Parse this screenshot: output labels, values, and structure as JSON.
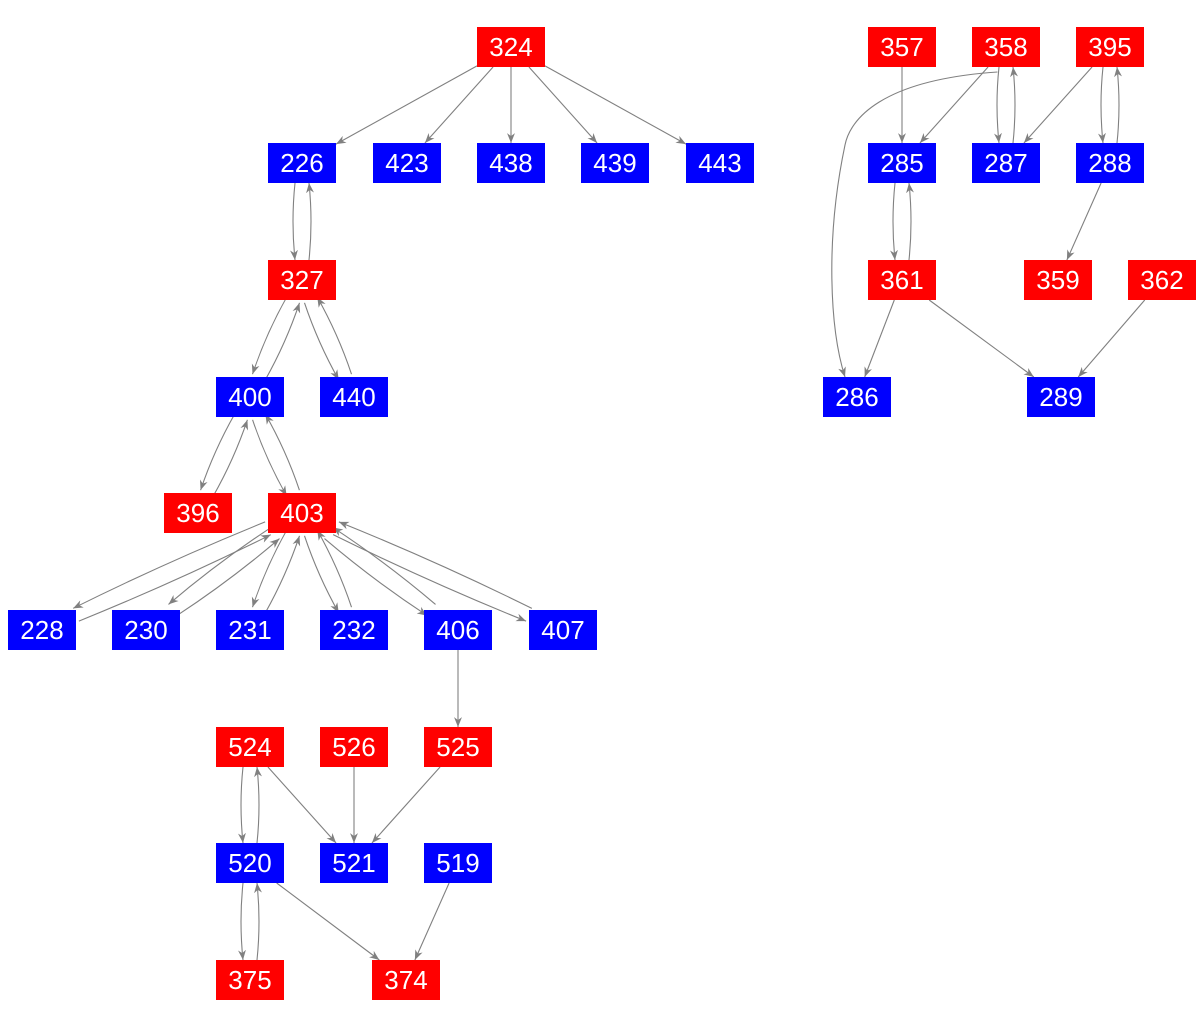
{
  "colors": {
    "red": "#ff0000",
    "blue": "#0000ff",
    "edge": "#808080"
  },
  "nodes": [
    {
      "id": "324",
      "color": "red"
    },
    {
      "id": "226",
      "color": "blue"
    },
    {
      "id": "423",
      "color": "blue"
    },
    {
      "id": "438",
      "color": "blue"
    },
    {
      "id": "439",
      "color": "blue"
    },
    {
      "id": "443",
      "color": "blue"
    },
    {
      "id": "327",
      "color": "red"
    },
    {
      "id": "400",
      "color": "blue"
    },
    {
      "id": "440",
      "color": "blue"
    },
    {
      "id": "396",
      "color": "red"
    },
    {
      "id": "403",
      "color": "red"
    },
    {
      "id": "228",
      "color": "blue"
    },
    {
      "id": "230",
      "color": "blue"
    },
    {
      "id": "231",
      "color": "blue"
    },
    {
      "id": "232",
      "color": "blue"
    },
    {
      "id": "406",
      "color": "blue"
    },
    {
      "id": "407",
      "color": "blue"
    },
    {
      "id": "524",
      "color": "red"
    },
    {
      "id": "526",
      "color": "red"
    },
    {
      "id": "525",
      "color": "red"
    },
    {
      "id": "520",
      "color": "blue"
    },
    {
      "id": "521",
      "color": "blue"
    },
    {
      "id": "519",
      "color": "blue"
    },
    {
      "id": "375",
      "color": "red"
    },
    {
      "id": "374",
      "color": "red"
    },
    {
      "id": "357",
      "color": "red"
    },
    {
      "id": "358",
      "color": "red"
    },
    {
      "id": "395",
      "color": "red"
    },
    {
      "id": "285",
      "color": "blue"
    },
    {
      "id": "287",
      "color": "blue"
    },
    {
      "id": "288",
      "color": "blue"
    },
    {
      "id": "361",
      "color": "red"
    },
    {
      "id": "359",
      "color": "red"
    },
    {
      "id": "362",
      "color": "red"
    },
    {
      "id": "286",
      "color": "blue"
    },
    {
      "id": "289",
      "color": "blue"
    }
  ],
  "edges": [
    [
      "324",
      "226"
    ],
    [
      "324",
      "423"
    ],
    [
      "324",
      "438"
    ],
    [
      "324",
      "439"
    ],
    [
      "324",
      "443"
    ],
    [
      "226",
      "327"
    ],
    [
      "327",
      "226"
    ],
    [
      "327",
      "400"
    ],
    [
      "400",
      "327"
    ],
    [
      "327",
      "440"
    ],
    [
      "440",
      "327"
    ],
    [
      "400",
      "396"
    ],
    [
      "396",
      "400"
    ],
    [
      "400",
      "403"
    ],
    [
      "403",
      "400"
    ],
    [
      "403",
      "228"
    ],
    [
      "228",
      "403"
    ],
    [
      "403",
      "230"
    ],
    [
      "230",
      "403"
    ],
    [
      "403",
      "231"
    ],
    [
      "231",
      "403"
    ],
    [
      "403",
      "232"
    ],
    [
      "232",
      "403"
    ],
    [
      "403",
      "406"
    ],
    [
      "406",
      "403"
    ],
    [
      "403",
      "407"
    ],
    [
      "407",
      "403"
    ],
    [
      "406",
      "525"
    ],
    [
      "524",
      "520"
    ],
    [
      "520",
      "524"
    ],
    [
      "524",
      "521"
    ],
    [
      "526",
      "521"
    ],
    [
      "525",
      "521"
    ],
    [
      "520",
      "375"
    ],
    [
      "375",
      "520"
    ],
    [
      "520",
      "374"
    ],
    [
      "519",
      "374"
    ],
    [
      "357",
      "285"
    ],
    [
      "358",
      "285"
    ],
    [
      "358",
      "287"
    ],
    [
      "287",
      "358"
    ],
    [
      "358",
      "286"
    ],
    [
      "395",
      "287"
    ],
    [
      "395",
      "288"
    ],
    [
      "288",
      "395"
    ],
    [
      "285",
      "361"
    ],
    [
      "361",
      "285"
    ],
    [
      "361",
      "286"
    ],
    [
      "361",
      "289"
    ],
    [
      "288",
      "359"
    ],
    [
      "362",
      "289"
    ]
  ]
}
